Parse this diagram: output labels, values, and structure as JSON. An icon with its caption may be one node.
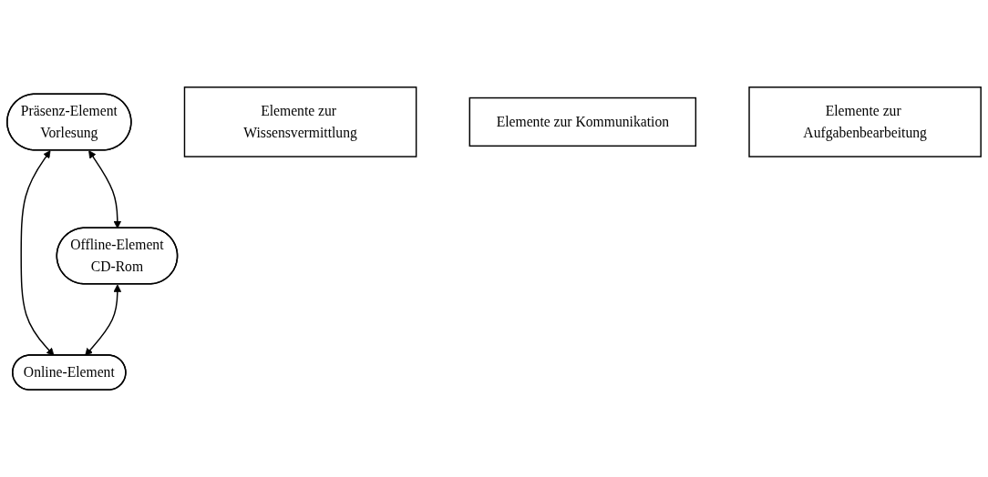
{
  "diagram": {
    "nodes": [
      {
        "text": [
          "Präsenz-Element",
          "Vorlesung"
        ]
      },
      {
        "text": [
          "Elemente zur Wissensvermittlung"
        ]
      },
      {
        "text": [
          "Elemente zur Kommunikation"
        ]
      },
      {
        "text": [
          "Offline-Element",
          "CD-Rom"
        ]
      },
      {
        "text": [
          "Online-Element"
        ]
      },
      {
        "text": [
          "Elemente zur Aufgabenbearbeitung"
        ]
      }
    ],
    "edges": [
      {
        "from": 0,
        "to": 3,
        "arrow": "both"
      },
      {
        "from": 0,
        "to": 4,
        "arrow": "both"
      },
      {
        "from": 3,
        "to": 4,
        "arrow": "both"
      }
    ]
  }
}
